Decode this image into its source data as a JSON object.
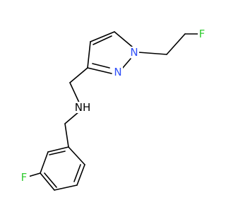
{
  "molecule": {
    "atoms": [
      {
        "id": "F1",
        "symbol": "F",
        "color": "#33cc33"
      },
      {
        "id": "N1",
        "symbol": "N",
        "color": "#3050f8"
      },
      {
        "id": "N2",
        "symbol": "N",
        "color": "#3050f8"
      },
      {
        "id": "NH",
        "symbol": "NH",
        "color": "#000000"
      },
      {
        "id": "F2",
        "symbol": "F",
        "color": "#33cc33"
      }
    ]
  }
}
